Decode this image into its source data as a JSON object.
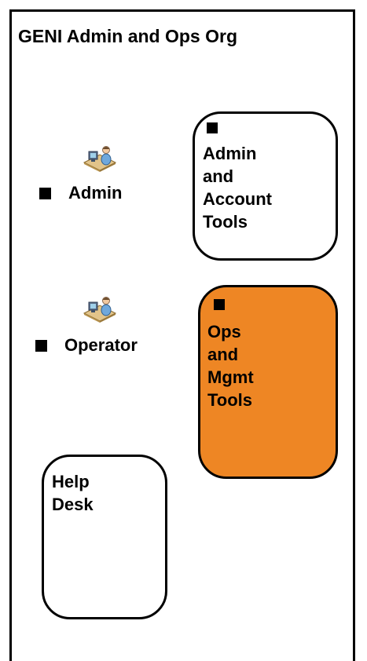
{
  "diagram": {
    "title": "GENI Admin and Ops Org",
    "roles": [
      {
        "label": "Admin",
        "icon": "person-at-computer-icon"
      },
      {
        "label": "Operator",
        "icon": "person-at-computer-icon"
      }
    ],
    "boxes": [
      {
        "label": "Admin\nand\nAccount\nTools",
        "fill": "#ffffff"
      },
      {
        "label": "Ops\nand\nMgmt\nTools",
        "fill": "#ee8624"
      },
      {
        "label": "Help\nDesk",
        "fill": "#ffffff"
      }
    ],
    "colors": {
      "border": "#000000",
      "highlight": "#ee8624",
      "background": "#ffffff"
    }
  }
}
